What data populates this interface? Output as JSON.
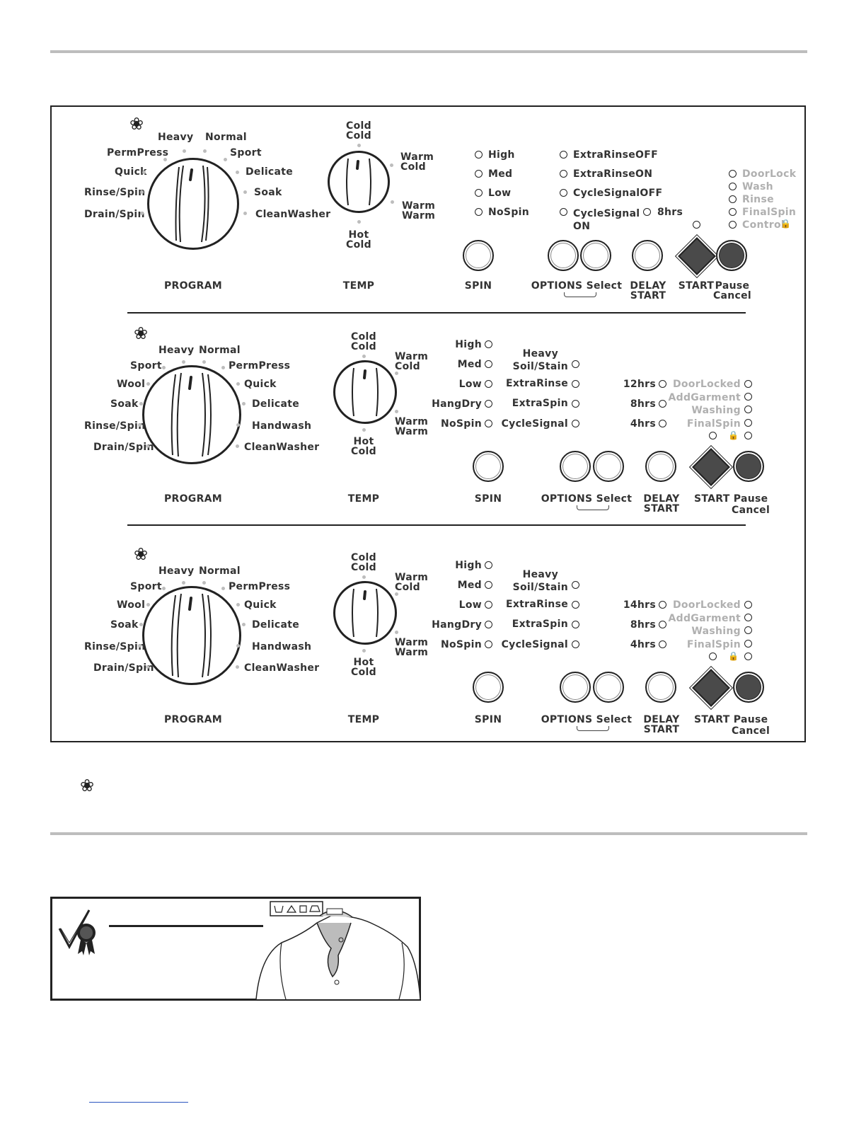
{
  "symbols": {
    "flower": "❀",
    "lock": "🔒"
  },
  "panel1": {
    "program_left": [
      "Heavy",
      "PermPress",
      "Quick",
      "Rinse/Spin",
      "Drain/Spin"
    ],
    "program_right": [
      "Normal",
      "Sport",
      "Delicate",
      "Soak",
      "CleanWasher"
    ],
    "program_label": "PROGRAM",
    "temp_top": "Cold\nCold",
    "temp_right": "Warm\nCold",
    "temp_right2": "Warm\nWarm",
    "temp_bottom": "Hot\nCold",
    "temp_label": "TEMP",
    "spin_opts": [
      "High",
      "Med",
      "Low",
      "NoSpin"
    ],
    "options": [
      "ExtraRinseOFF",
      "ExtraRinseON",
      "CycleSignalOFF",
      "CycleSignal\nON"
    ],
    "delay": "8hrs",
    "status": [
      "DoorLock",
      "Wash",
      "Rinse",
      "FinalSpin",
      "Control"
    ],
    "spin_label": "SPIN",
    "options_label": "OPTIONS  Select",
    "delay_label": "DELAY\nSTART",
    "start_label": "START",
    "pause_label": "Pause\nCancel"
  },
  "panel2": {
    "program_left": [
      "Heavy",
      "Sport",
      "Wool",
      "Soak",
      "Rinse/Spin",
      "Drain/Spin"
    ],
    "program_right": [
      "Normal",
      "PermPress",
      "Quick",
      "Delicate",
      "Handwash",
      "CleanWasher"
    ],
    "program_label": "PROGRAM",
    "temp_top": "Cold\nCold",
    "temp_right": "Warm\nCold",
    "temp_right2": "Warm\nWarm",
    "temp_bottom": "Hot\nCold",
    "temp_label": "TEMP",
    "spin_opts": [
      "High",
      "Med",
      "Low",
      "HangDry",
      "NoSpin"
    ],
    "options": [
      "Heavy\nSoil/Stain",
      "ExtraRinse",
      "ExtraSpin",
      "CycleSignal"
    ],
    "delay": [
      "12hrs",
      "8hrs",
      "4hrs"
    ],
    "status": [
      "DoorLocked",
      "AddGarment",
      "Washing",
      "FinalSpin"
    ],
    "spin_label": "SPIN",
    "options_label": "OPTIONS  Select",
    "delay_label": "DELAY\nSTART",
    "start_label": "START Pause",
    "pause_label": "Cancel"
  },
  "panel3": {
    "program_left": [
      "Heavy",
      "Sport",
      "Wool",
      "Soak",
      "Rinse/Spin",
      "Drain/Spin"
    ],
    "program_right": [
      "Normal",
      "PermPress",
      "Quick",
      "Delicate",
      "Handwash",
      "CleanWasher"
    ],
    "program_label": "PROGRAM",
    "temp_top": "Cold\nCold",
    "temp_right": "Warm\nCold",
    "temp_right2": "Warm\nWarm",
    "temp_bottom": "Hot\nCold",
    "temp_label": "TEMP",
    "spin_opts": [
      "High",
      "Med",
      "Low",
      "HangDry",
      "NoSpin"
    ],
    "options": [
      "Heavy\nSoil/Stain",
      "ExtraRinse",
      "ExtraSpin",
      "CycleSignal"
    ],
    "delay": [
      "14hrs",
      "8hrs",
      "4hrs"
    ],
    "status": [
      "DoorLocked",
      "AddGarment",
      "Washing",
      "FinalSpin"
    ],
    "spin_label": "SPIN",
    "options_label": "OPTIONS  Select",
    "delay_label": "DELAY\nSTART",
    "start_label": "START Pause",
    "pause_label": "Cancel"
  }
}
